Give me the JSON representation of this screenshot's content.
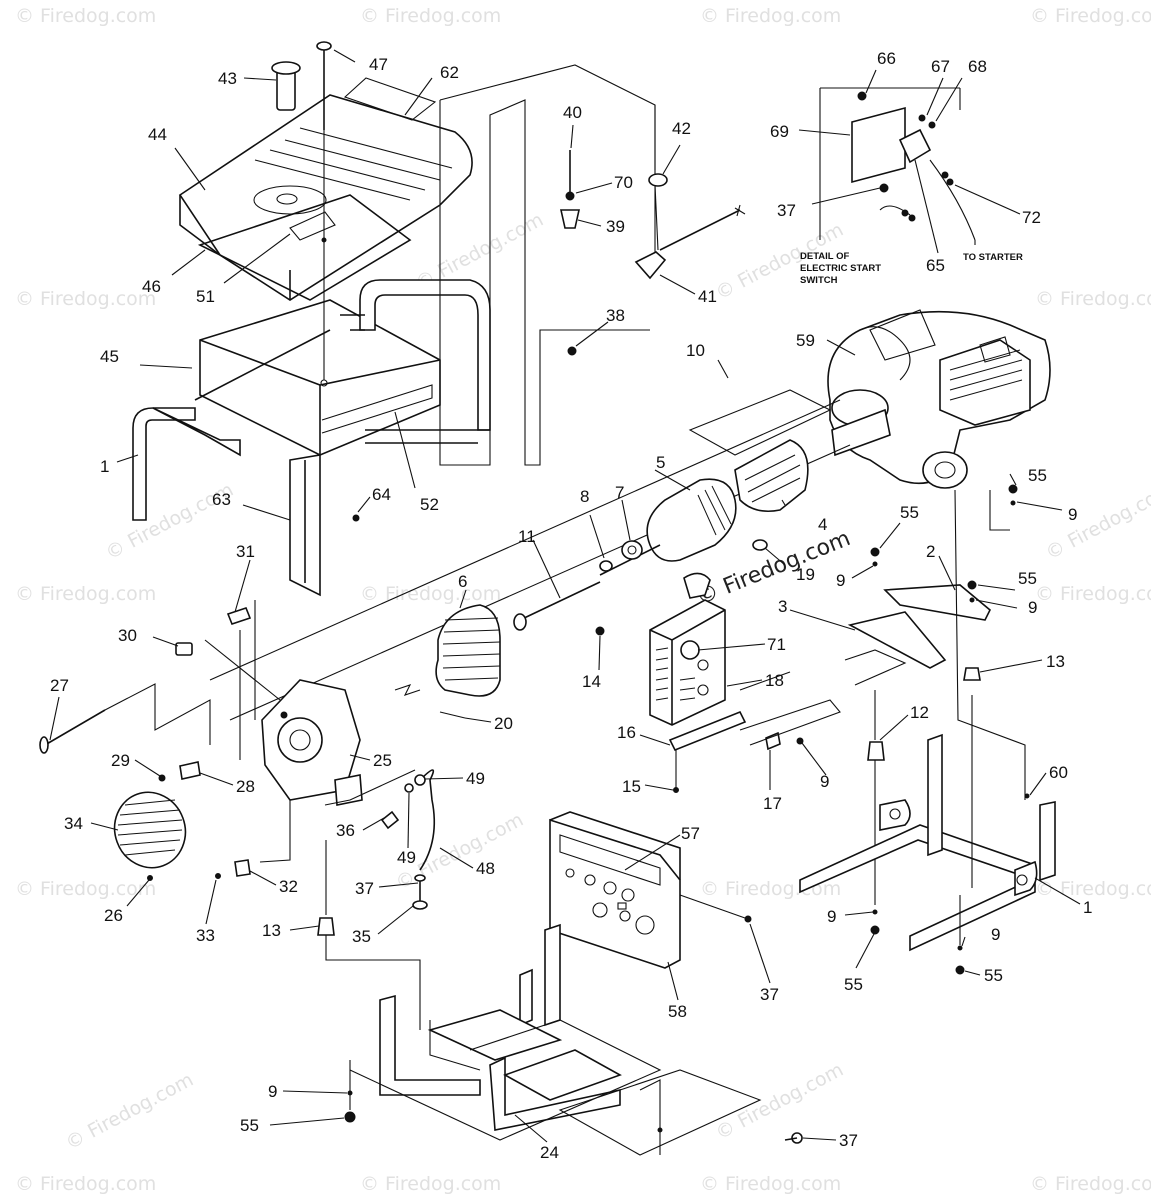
{
  "watermark": "© Firedog.com",
  "detail": {
    "caption_line1": "DETAIL OF",
    "caption_line2": "ELECTRIC START",
    "caption_line3": "SWITCH",
    "to_starter": "TO STARTER"
  },
  "callouts": [
    {
      "id": "c43",
      "text": "43"
    },
    {
      "id": "c47",
      "text": "47"
    },
    {
      "id": "c62",
      "text": "62"
    },
    {
      "id": "c44",
      "text": "44"
    },
    {
      "id": "c46",
      "text": "46"
    },
    {
      "id": "c51",
      "text": "51"
    },
    {
      "id": "c45",
      "text": "45"
    },
    {
      "id": "c1a",
      "text": "1"
    },
    {
      "id": "c52",
      "text": "52"
    },
    {
      "id": "c63",
      "text": "63"
    },
    {
      "id": "c64",
      "text": "64"
    },
    {
      "id": "c40",
      "text": "40"
    },
    {
      "id": "c70",
      "text": "70"
    },
    {
      "id": "c39",
      "text": "39"
    },
    {
      "id": "c42",
      "text": "42"
    },
    {
      "id": "c41",
      "text": "41"
    },
    {
      "id": "c38",
      "text": "38"
    },
    {
      "id": "c66",
      "text": "66"
    },
    {
      "id": "c67",
      "text": "67"
    },
    {
      "id": "c68",
      "text": "68"
    },
    {
      "id": "c69",
      "text": "69"
    },
    {
      "id": "c37a",
      "text": "37"
    },
    {
      "id": "c72",
      "text": "72"
    },
    {
      "id": "c65",
      "text": "65"
    },
    {
      "id": "c59",
      "text": "59"
    },
    {
      "id": "c10",
      "text": "10"
    },
    {
      "id": "c5",
      "text": "5"
    },
    {
      "id": "c7",
      "text": "7"
    },
    {
      "id": "c8",
      "text": "8"
    },
    {
      "id": "c11",
      "text": "11"
    },
    {
      "id": "c4",
      "text": "4"
    },
    {
      "id": "c19",
      "text": "19"
    },
    {
      "id": "c55a",
      "text": "55"
    },
    {
      "id": "c9a",
      "text": "9"
    },
    {
      "id": "c55b",
      "text": "55"
    },
    {
      "id": "c9b",
      "text": "9"
    },
    {
      "id": "c2",
      "text": "2"
    },
    {
      "id": "c55c",
      "text": "55"
    },
    {
      "id": "c9c",
      "text": "9"
    },
    {
      "id": "c3",
      "text": "3"
    },
    {
      "id": "c13a",
      "text": "13"
    },
    {
      "id": "c31",
      "text": "31"
    },
    {
      "id": "c6",
      "text": "6"
    },
    {
      "id": "c30",
      "text": "30"
    },
    {
      "id": "c27",
      "text": "27"
    },
    {
      "id": "c14",
      "text": "14"
    },
    {
      "id": "c71",
      "text": "71"
    },
    {
      "id": "c18",
      "text": "18"
    },
    {
      "id": "c12",
      "text": "12"
    },
    {
      "id": "c20",
      "text": "20"
    },
    {
      "id": "c16",
      "text": "16"
    },
    {
      "id": "c25",
      "text": "25"
    },
    {
      "id": "c29",
      "text": "29"
    },
    {
      "id": "c28",
      "text": "28"
    },
    {
      "id": "c15",
      "text": "15"
    },
    {
      "id": "c17",
      "text": "17"
    },
    {
      "id": "c9d",
      "text": "9"
    },
    {
      "id": "c60",
      "text": "60"
    },
    {
      "id": "c49a",
      "text": "49"
    },
    {
      "id": "c34",
      "text": "34"
    },
    {
      "id": "c36",
      "text": "36"
    },
    {
      "id": "c49b",
      "text": "49"
    },
    {
      "id": "c48",
      "text": "48"
    },
    {
      "id": "c57",
      "text": "57"
    },
    {
      "id": "c1b",
      "text": "1"
    },
    {
      "id": "c26",
      "text": "26"
    },
    {
      "id": "c33",
      "text": "33"
    },
    {
      "id": "c32",
      "text": "32"
    },
    {
      "id": "c37b",
      "text": "37"
    },
    {
      "id": "c13b",
      "text": "13"
    },
    {
      "id": "c35",
      "text": "35"
    },
    {
      "id": "c9e",
      "text": "9"
    },
    {
      "id": "c9f",
      "text": "9"
    },
    {
      "id": "c55d",
      "text": "55"
    },
    {
      "id": "c55e",
      "text": "55"
    },
    {
      "id": "c37c",
      "text": "37"
    },
    {
      "id": "c58",
      "text": "58"
    },
    {
      "id": "c9g",
      "text": "9"
    },
    {
      "id": "c55f",
      "text": "55"
    },
    {
      "id": "c24",
      "text": "24"
    },
    {
      "id": "c37d",
      "text": "37"
    }
  ]
}
